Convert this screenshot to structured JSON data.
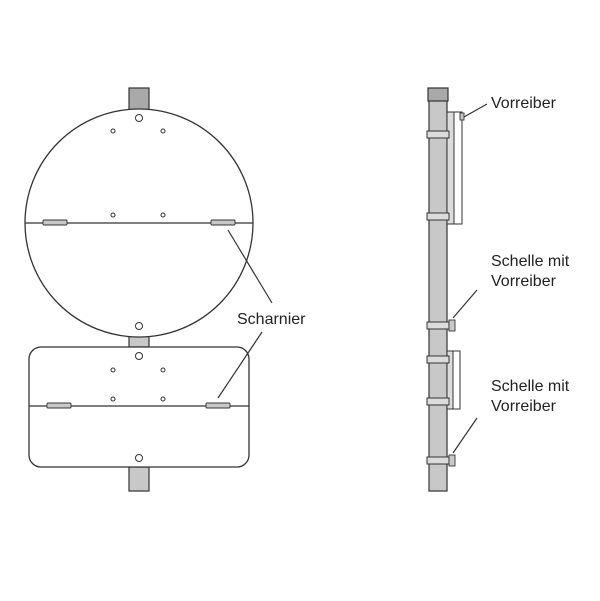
{
  "labels": {
    "hinge": "Scharnier",
    "latch_top": "Vorreiber",
    "clamp_upper_line1": "Schelle mit",
    "clamp_upper_line2": "Vorreiber",
    "clamp_lower_line1": "Schelle mit",
    "clamp_lower_line2": "Vorreiber"
  },
  "colors": {
    "post_fill": "#c8c8c8",
    "cap_fill": "#a9a9a9",
    "stroke": "#333333",
    "panel_fill": "#ffffff",
    "clamp_fill": "#dcdcdc"
  }
}
